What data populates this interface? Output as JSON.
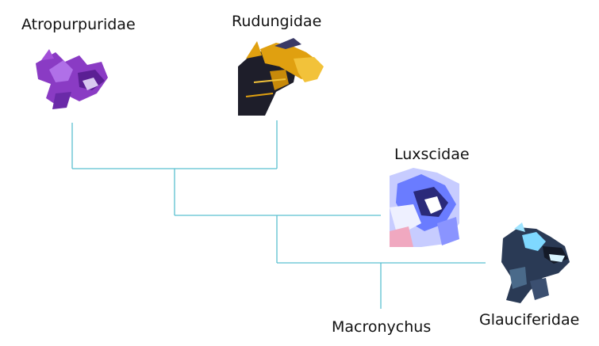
{
  "taxa": {
    "atropurpuridae": {
      "name": "Atropurpuridae",
      "image": "purple-creature-render"
    },
    "rudungidae": {
      "name": "Rudungidae",
      "image": "gold-black-creature-render"
    },
    "luxscidae": {
      "name": "Luxscidae",
      "image": "glowing-blue-creature-render"
    },
    "glauciferidae": {
      "name": "Glauciferidae",
      "image": "dark-cyan-creature-render"
    },
    "macronychus": {
      "name": "Macronychus"
    }
  },
  "colors": {
    "branch": "#5bc0d0",
    "atropurpuridae_primary": "#8a3bc4",
    "rudungidae_primary": "#e0a010",
    "luxscidae_primary": "#6a7cff",
    "glauciferidae_primary": "#2a3a55"
  }
}
